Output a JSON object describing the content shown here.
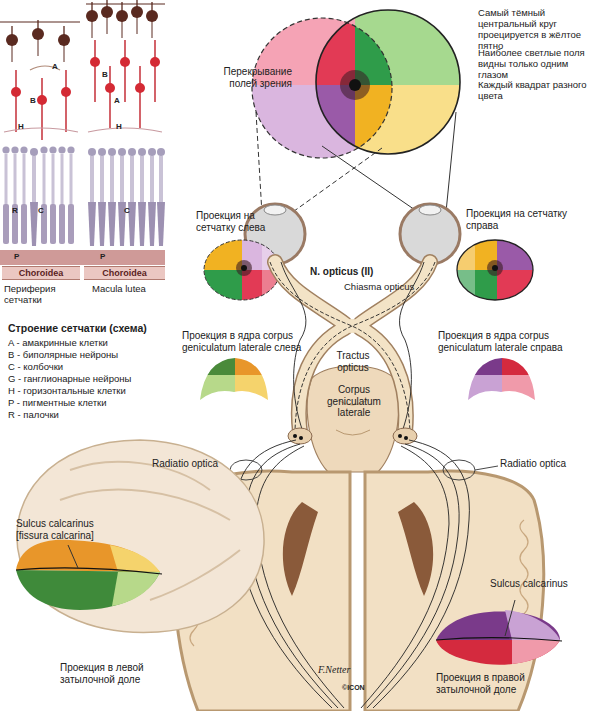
{
  "diagram": {
    "nodes": [
      {
        "text": [
          "Choroidea"
        ]
      },
      {
        "text": [
          "Choroidea"
        ]
      }
    ],
    "labels": [
      "Самый тёмный центральный круг проецируется в жёлтое пятно",
      "Перекрывание полей зрения",
      "Наиболее светлые поля видны только одним глазом",
      "Каждый квадрат разного цвета",
      "B",
      "A",
      "H",
      "R",
      "C",
      "P",
      "A",
      "B",
      "H",
      "C",
      "P",
      "Проекция на сетчатку слева",
      "Проекция на сетчатку справа",
      "N. opticus (II)",
      "Chiasma opticus",
      "Периферия сетчатки",
      "Macula lutea",
      "Проекция в ядра corpus geniculatum laterale слева",
      "Проекция в ядра corpus geniculatum laterale справа",
      "Строение сетчатки (схема)",
      "A - амакринные клетки",
      "B - биполярные нейроны",
      "C - колбочки",
      "G - ганглионарные нейроны",
      "H - горизонтальные клетки",
      "P - пигментные клетки",
      "R - палочки",
      "Tractus opticus",
      "Corpus geniculatum laterale",
      "Radiatio optica",
      "Radiatio optica",
      "Sulcus calcarinus [fissura calcarina]",
      "Sulcus calcarinus",
      "Проекция в левой затылочной доле",
      "Проекция в правой затылочной доле",
      "F.Netter",
      "©ICON"
    ]
  }
}
